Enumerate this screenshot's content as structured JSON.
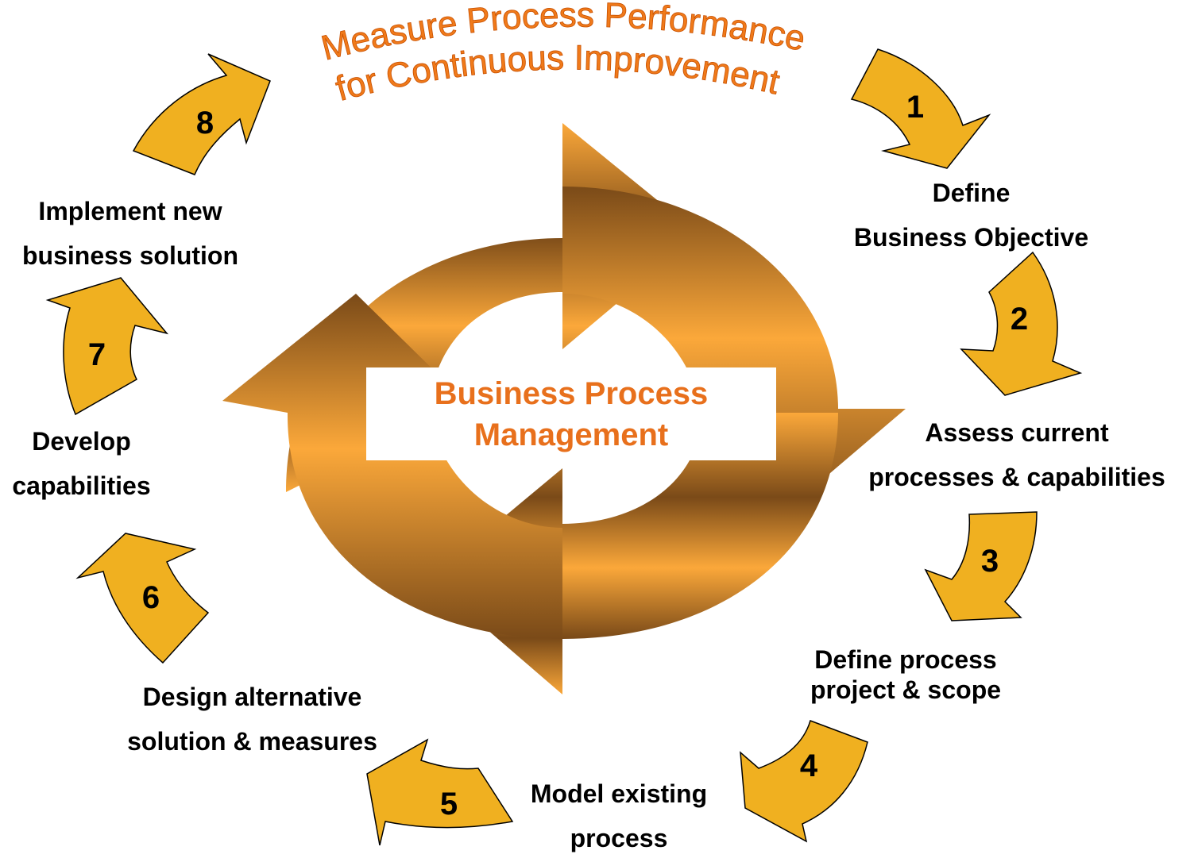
{
  "title": {
    "line1": "Measure Process Performance",
    "line2": "for Continuous Improvement"
  },
  "center": {
    "line1": "Business Process",
    "line2": "Management"
  },
  "steps": [
    {
      "number": "1",
      "line1": "Define",
      "line2": "Business Objective"
    },
    {
      "number": "2",
      "line1": "Assess current",
      "line2": "processes & capabilities"
    },
    {
      "number": "3",
      "line1": "Define process",
      "line2": "project & scope"
    },
    {
      "number": "4",
      "line1": "Model existing",
      "line2": "process"
    },
    {
      "number": "5",
      "line1": "Design  alternative",
      "line2": "solution & measures"
    },
    {
      "number": "6",
      "line1": "Develop",
      "line2": "capabilities"
    },
    {
      "number": "7",
      "line1": "Implement new",
      "line2": "business solution"
    },
    {
      "number": "8",
      "line1": "",
      "line2": ""
    }
  ],
  "colors": {
    "arrow_fill": "#F0B020",
    "arrow_stroke": "#000000",
    "title": "#F07A1A",
    "center_text": "#E8701C",
    "ring_light": "#FBA83A",
    "ring_dark": "#7A4A18"
  }
}
